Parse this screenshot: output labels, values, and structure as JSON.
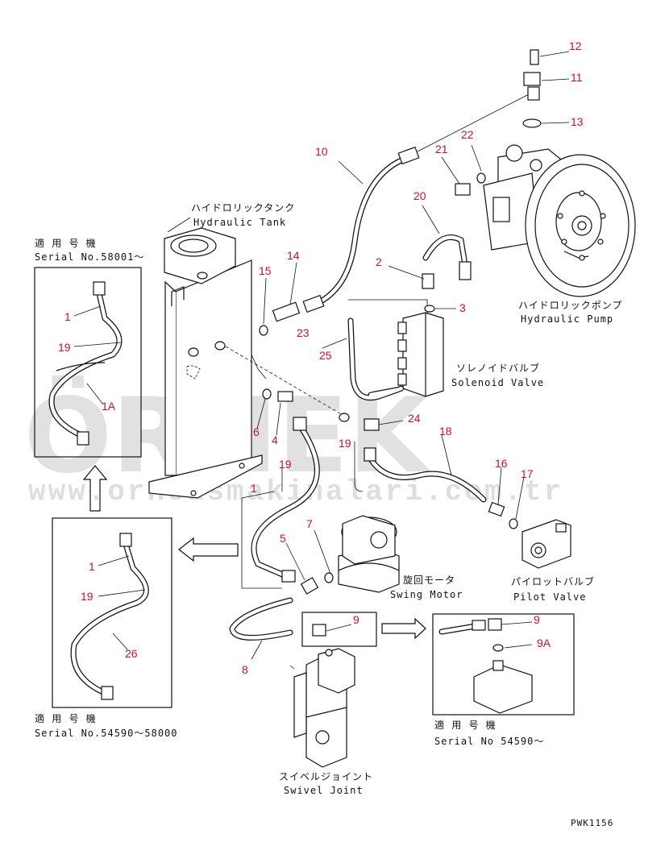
{
  "part_numbers": [
    {
      "id": "p12",
      "text": "12"
    },
    {
      "id": "p11",
      "text": "11"
    },
    {
      "id": "p13",
      "text": "13"
    },
    {
      "id": "p22",
      "text": "22"
    },
    {
      "id": "p21",
      "text": "21"
    },
    {
      "id": "p10",
      "text": "10"
    },
    {
      "id": "p20",
      "text": "20"
    },
    {
      "id": "p14",
      "text": "14"
    },
    {
      "id": "p15",
      "text": "15"
    },
    {
      "id": "p2",
      "text": "2"
    },
    {
      "id": "p3",
      "text": "3"
    },
    {
      "id": "p23",
      "text": "23"
    },
    {
      "id": "p25",
      "text": "25"
    },
    {
      "id": "p6",
      "text": "6"
    },
    {
      "id": "p4",
      "text": "4"
    },
    {
      "id": "p24",
      "text": "24"
    },
    {
      "id": "p19a",
      "text": "19"
    },
    {
      "id": "p19b",
      "text": "19"
    },
    {
      "id": "p18",
      "text": "18"
    },
    {
      "id": "p16",
      "text": "16"
    },
    {
      "id": "p17",
      "text": "17"
    },
    {
      "id": "p1a",
      "text": "1"
    },
    {
      "id": "p7",
      "text": "7"
    },
    {
      "id": "p5",
      "text": "5"
    },
    {
      "id": "p8",
      "text": "8"
    },
    {
      "id": "p9a",
      "text": "9"
    },
    {
      "id": "p9b",
      "text": "9"
    },
    {
      "id": "p9A",
      "text": "9A"
    },
    {
      "id": "inset1_1",
      "text": "1"
    },
    {
      "id": "inset1_19",
      "text": "19"
    },
    {
      "id": "inset1_1A",
      "text": "1A"
    },
    {
      "id": "inset2_1",
      "text": "1"
    },
    {
      "id": "inset2_19",
      "text": "19"
    },
    {
      "id": "inset2_26",
      "text": "26"
    }
  ],
  "labels": {
    "hydraulic_tank_jp": "ハイドロリックタンク",
    "hydraulic_tank_en": "Hydraulic Tank",
    "hydraulic_pump_jp": "ハイドロリックポンプ",
    "hydraulic_pump_en": "Hydraulic Pump",
    "solenoid_valve_jp": "ソレノイドバルブ",
    "solenoid_valve_en": "Solenoid Valve",
    "swing_motor_jp": "旋回モータ",
    "swing_motor_en": "Swing Motor",
    "pilot_valve_jp": "パイロットバルブ",
    "pilot_valve_en": "Pilot Valve",
    "swivel_joint_jp": "スイベルジョイント",
    "swivel_joint_en": "Swivel Joint",
    "serial_top_jp": "適 用 号 機",
    "serial_top_en": "Serial No.58001～",
    "serial_mid_jp": "適 用 号 機",
    "serial_mid_en": "Serial No.54590～58000",
    "serial_right_jp": "適 用 号 機",
    "serial_right_en": "Serial No 54590～",
    "drawing_code": "PWK1156"
  },
  "watermark": {
    "brand": "ÖRNEK",
    "url": "www.orneksmakinalari.com.tr"
  },
  "colors": {
    "callout": "#c8102e",
    "line": "#111111",
    "watermark": "#c9c9cf"
  }
}
